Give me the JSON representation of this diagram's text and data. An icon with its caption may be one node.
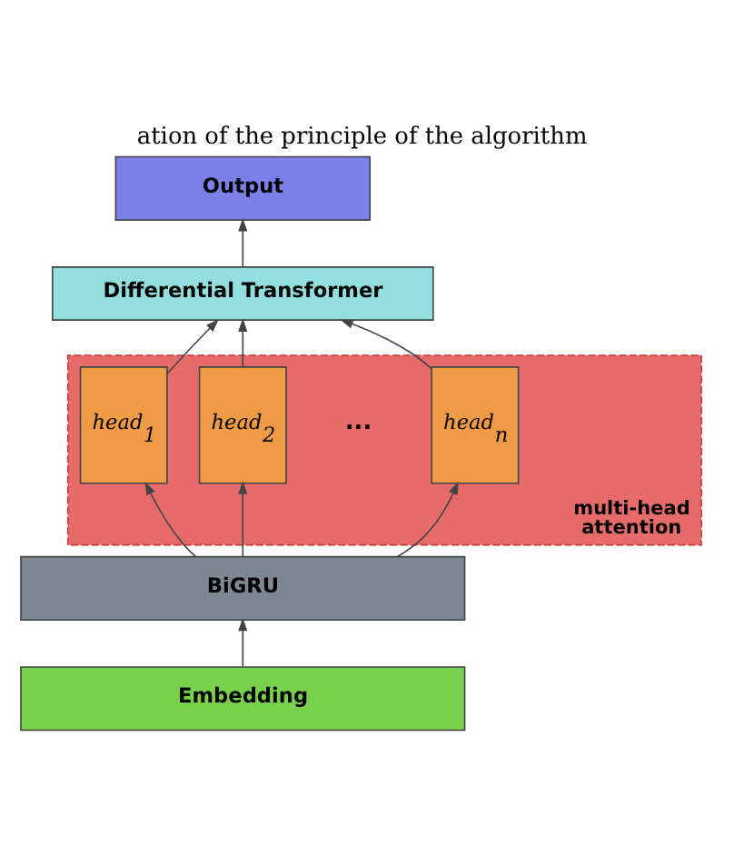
{
  "diagram": {
    "title": "ation of the principle of the algorithm",
    "nodes": [
      {
        "text": [
          "Output"
        ]
      },
      {
        "text": [
          "Differential Transformer"
        ]
      },
      {
        "text": [
          "multi-head attention"
        ]
      },
      {
        "text": [
          "head$_{1}$"
        ],
        "in": 2
      },
      {
        "text": [
          "head$_{2}$"
        ],
        "in": 2
      },
      {
        "text": [
          "head$_{n}$"
        ],
        "in": 2
      },
      {
        "text": [
          "BiGRU"
        ]
      },
      {
        "text": [
          "Embedding"
        ]
      }
    ],
    "edges": [
      {
        "from": 7,
        "to": 6,
        "arrow": "to"
      },
      {
        "from": 6,
        "to": 3,
        "arrow": "to"
      },
      {
        "from": 6,
        "to": 4,
        "arrow": "to"
      },
      {
        "from": 6,
        "to": 5,
        "arrow": "to"
      },
      {
        "from": 3,
        "to": 1,
        "arrow": "to"
      },
      {
        "from": 4,
        "to": 1,
        "arrow": "to"
      },
      {
        "from": 5,
        "to": 1,
        "arrow": "to"
      },
      {
        "from": 1,
        "to": 0,
        "arrow": "to"
      }
    ],
    "labels": [
      "..."
    ]
  }
}
